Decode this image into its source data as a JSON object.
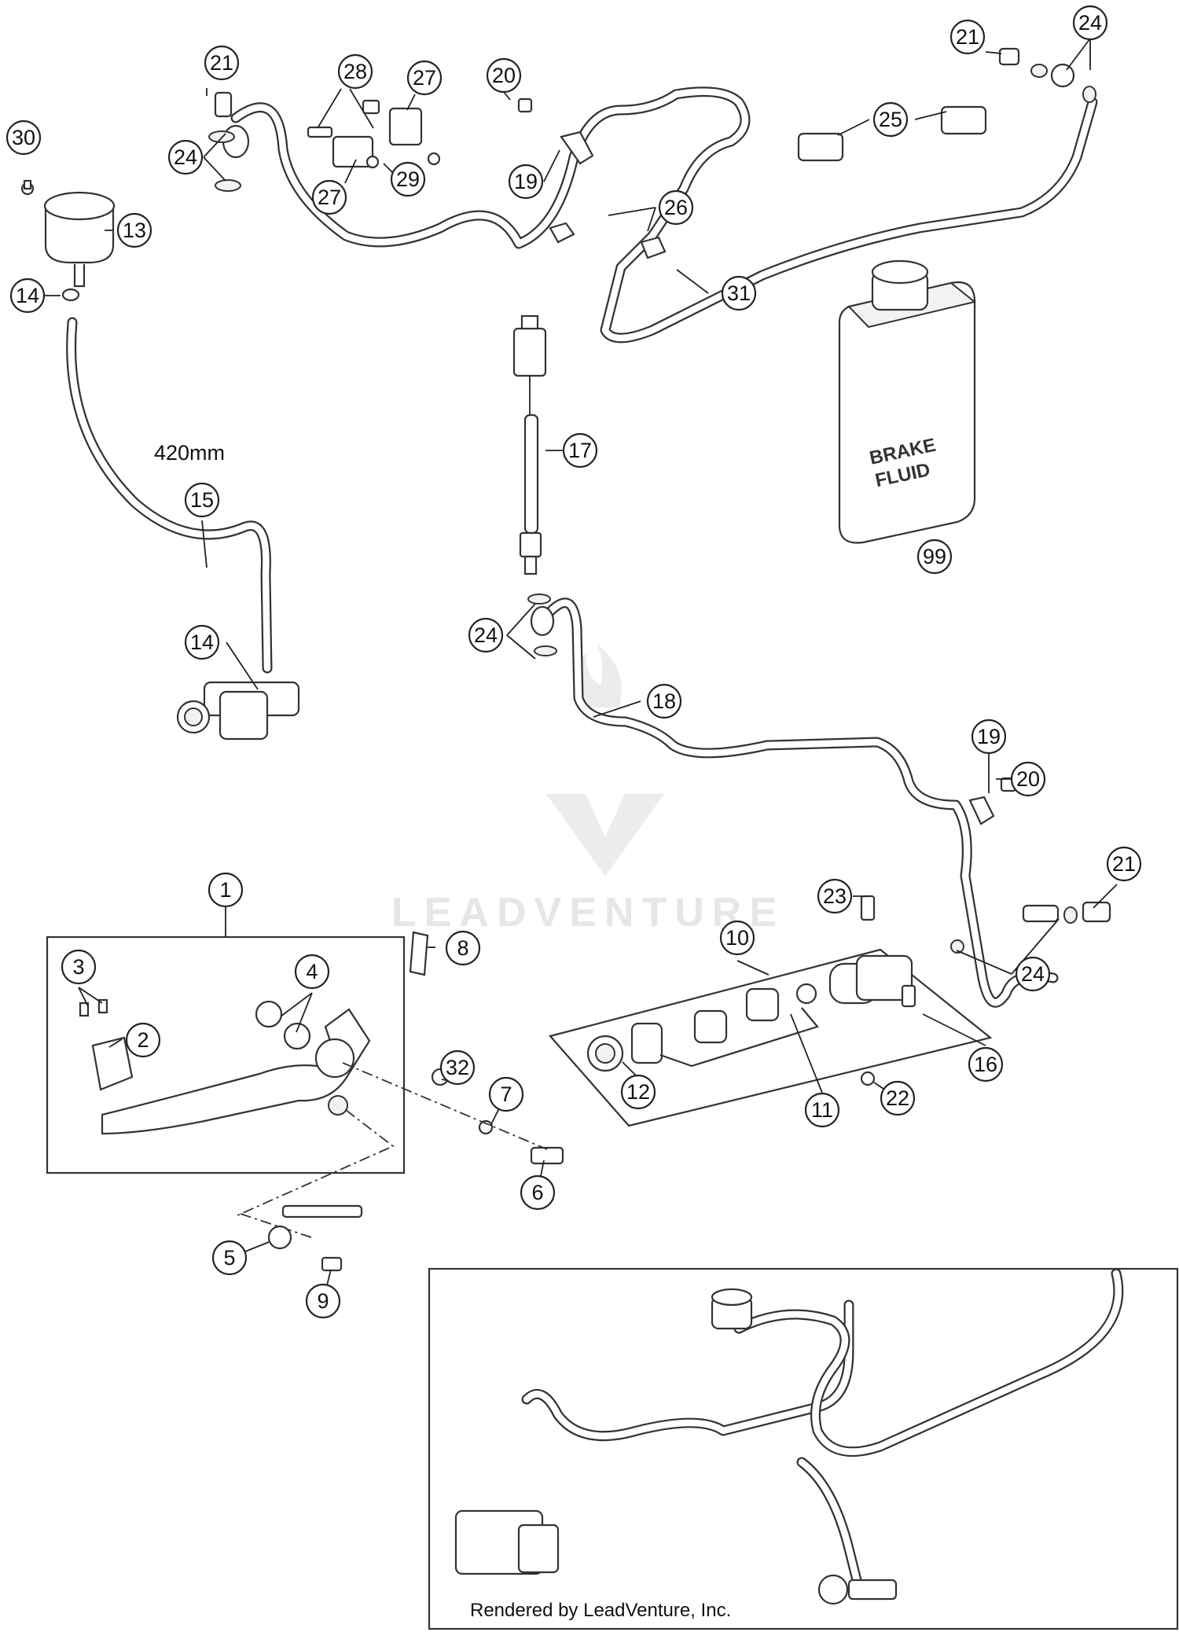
{
  "callouts": [
    {
      "id": "1",
      "label": "1"
    },
    {
      "id": "2",
      "label": "2"
    },
    {
      "id": "3",
      "label": "3"
    },
    {
      "id": "4",
      "label": "4"
    },
    {
      "id": "5",
      "label": "5"
    },
    {
      "id": "6",
      "label": "6"
    },
    {
      "id": "7",
      "label": "7"
    },
    {
      "id": "8",
      "label": "8"
    },
    {
      "id": "9",
      "label": "9"
    },
    {
      "id": "10",
      "label": "10"
    },
    {
      "id": "11",
      "label": "11"
    },
    {
      "id": "12",
      "label": "12"
    },
    {
      "id": "13",
      "label": "13"
    },
    {
      "id": "14a",
      "label": "14"
    },
    {
      "id": "14b",
      "label": "14"
    },
    {
      "id": "15",
      "label": "15"
    },
    {
      "id": "16",
      "label": "16"
    },
    {
      "id": "17",
      "label": "17"
    },
    {
      "id": "18",
      "label": "18"
    },
    {
      "id": "19a",
      "label": "19"
    },
    {
      "id": "19b",
      "label": "19"
    },
    {
      "id": "20a",
      "label": "20"
    },
    {
      "id": "20b",
      "label": "20"
    },
    {
      "id": "21a",
      "label": "21"
    },
    {
      "id": "21b",
      "label": "21"
    },
    {
      "id": "21c",
      "label": "21"
    },
    {
      "id": "22",
      "label": "22"
    },
    {
      "id": "23",
      "label": "23"
    },
    {
      "id": "24a",
      "label": "24"
    },
    {
      "id": "24b",
      "label": "24"
    },
    {
      "id": "24c",
      "label": "24"
    },
    {
      "id": "24d",
      "label": "24"
    },
    {
      "id": "25",
      "label": "25"
    },
    {
      "id": "26",
      "label": "26"
    },
    {
      "id": "27a",
      "label": "27"
    },
    {
      "id": "27b",
      "label": "27"
    },
    {
      "id": "28",
      "label": "28"
    },
    {
      "id": "29",
      "label": "29"
    },
    {
      "id": "30",
      "label": "30"
    },
    {
      "id": "31",
      "label": "31"
    },
    {
      "id": "32",
      "label": "32"
    },
    {
      "id": "99",
      "label": "99"
    }
  ],
  "hose_length_label": "420mm",
  "brake_fluid_label_line1": "BRAKE",
  "brake_fluid_label_line2": "FLUID",
  "watermark": "LEADVENTURE",
  "credit": "Rendered by LeadVenture, Inc."
}
